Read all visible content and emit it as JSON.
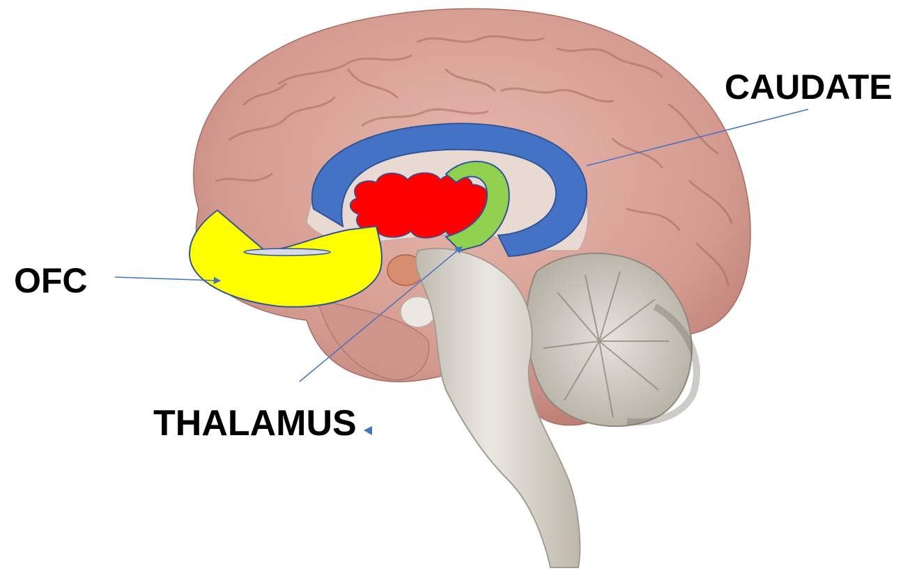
{
  "labels": {
    "caudate": "CAUDATE",
    "ofc": "OFC",
    "thalamus": "THALAMUS"
  },
  "colors": {
    "caudate_overlay": "#4472c4",
    "ofc_overlay": "#ffff00",
    "thalamus_overlay": "#ff0000",
    "green_overlay": "#92d050",
    "outline": "#2f5597",
    "pointer_line": "#4472c4",
    "cortex": "#d9a49a",
    "brainstem": "#dcd8d0",
    "cerebellum": "#d0ccc4"
  },
  "icons": {
    "anatomy_image": "brain-sagittal-illustration",
    "pointer": "arrow-line"
  }
}
